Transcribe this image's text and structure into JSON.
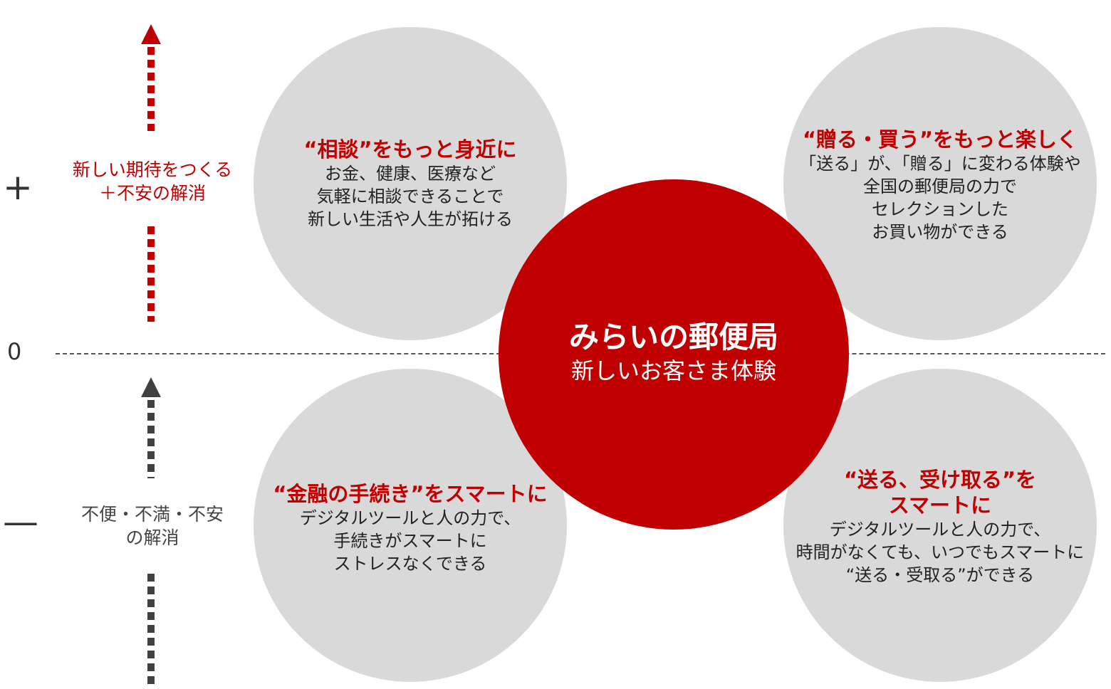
{
  "colors": {
    "accent_red": "#c00000",
    "circle_gray": "#d9d9d9",
    "text_dark": "#222222",
    "arrow_dark": "#404040",
    "center_text": "#ffffff"
  },
  "axis": {
    "plus_sign": "+",
    "zero_sign": "0",
    "minus_sign": "—",
    "plus_label": [
      "新しい期待をつくる",
      "＋不安の解消"
    ],
    "minus_label": [
      "不便・不満・不安",
      "の解消"
    ]
  },
  "center": {
    "title": "みらいの郵便局",
    "subtitle": "新しいお客さま体験"
  },
  "quadrants": {
    "consult": {
      "title": "“相談”をもっと身近に",
      "lines": [
        "お金、健康、医療など",
        "気軽に相談できることで",
        "新しい生活や人生が拓ける"
      ]
    },
    "gift": {
      "title": "“贈る・買う”をもっと楽しく",
      "lines": [
        "「送る」が、「贈る」に変わる体験や",
        "全国の郵便局の力で",
        "セレクションした",
        "お買い物ができる"
      ]
    },
    "finance": {
      "title": "“金融の手続き”をスマートに",
      "lines": [
        "デジタルツールと人の力で、",
        "手続きがスマートに",
        "ストレスなくできる"
      ]
    },
    "send": {
      "title_lines": [
        "“送る、受け取る”を",
        "スマートに"
      ],
      "lines": [
        "デジタルツールと人の力で、",
        "時間がなくても、いつでもスマートに",
        "“送る・受取る”ができる"
      ]
    }
  }
}
